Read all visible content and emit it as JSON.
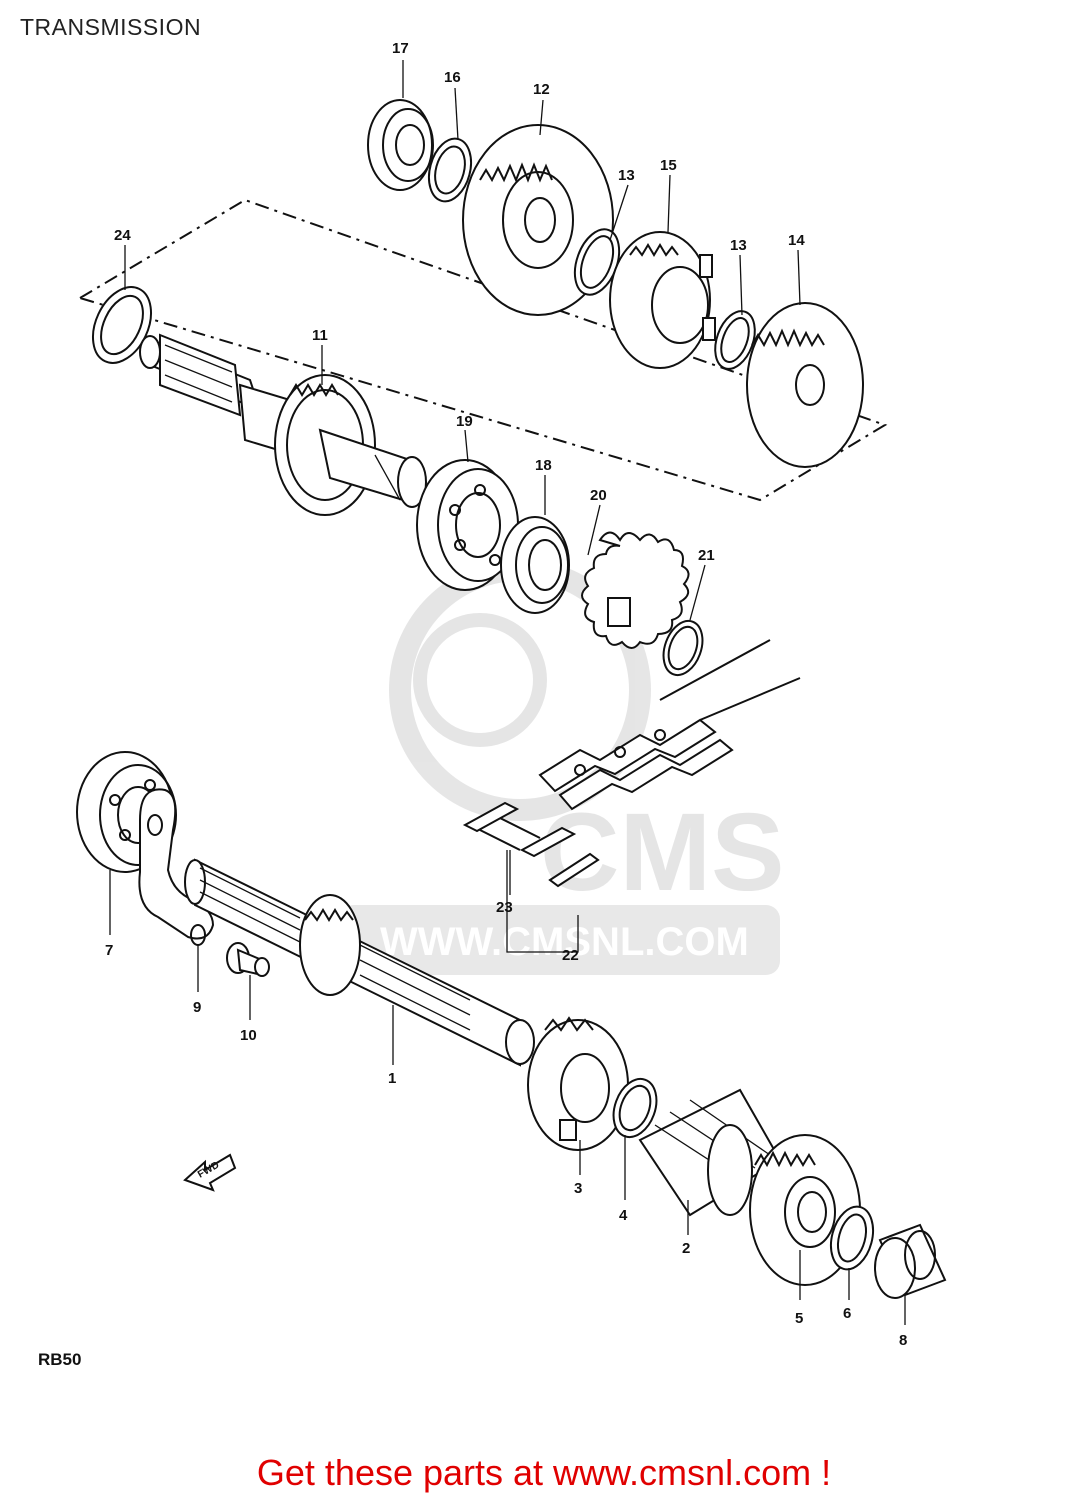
{
  "header": {
    "title": "TRANSMISSION"
  },
  "model_label": "RB50",
  "footer": {
    "banner": "Get these parts at www.cmsnl.com !"
  },
  "watermark": {
    "text": "WWW.CMSNL.COM",
    "logo_text": "CMS"
  },
  "fwd_arrow": {
    "label": "FWD",
    "icon": "forward-arrow-icon"
  },
  "callouts": {
    "c1": "1",
    "c2": "2",
    "c3": "3",
    "c4": "4",
    "c5": "5",
    "c6": "6",
    "c7": "7",
    "c8": "8",
    "c9": "9",
    "c10": "10",
    "c11": "11",
    "c12": "12",
    "c13a": "13",
    "c13b": "13",
    "c14": "14",
    "c15": "15",
    "c16": "16",
    "c17": "17",
    "c18": "18",
    "c19": "19",
    "c20": "20",
    "c21": "21",
    "c22": "22",
    "c23": "23",
    "c24": "24"
  },
  "colors": {
    "line": "#111111",
    "footer": "#e00000",
    "watermark": "#d9d9d9"
  }
}
